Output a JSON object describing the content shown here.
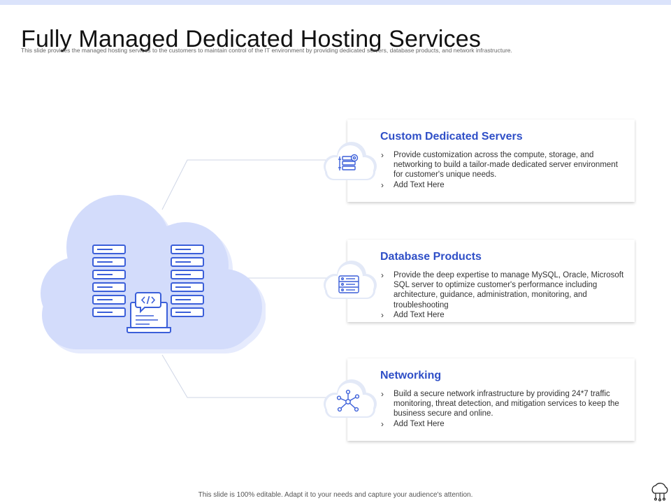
{
  "slide": {
    "title": "Fully Managed Dedicated Hosting Services",
    "subtitle": "This slide provides the managed  hosting services to the customers to maintain control of the IT environment by providing dedicated servers, database products,  and  network infrastructure.",
    "footer": "This slide is 100% editable.  Adapt it to your needs and capture your audience's attention."
  },
  "colors": {
    "accent": "#2f4fc7",
    "icon_blue": "#3b5fd9",
    "cloud_fill": "#d3dcfb",
    "cloud_shadow": "#e6ebfd"
  },
  "hero": {
    "icons": [
      "server-rack-icon",
      "server-rack-icon",
      "laptop-code-icon"
    ]
  },
  "services": [
    {
      "title": "Custom Dedicated Servers",
      "icon": "server-gear-icon",
      "bullets": [
        "Provide customization across the compute, storage, and networking to build a tailor-made dedicated server environment for customer's unique needs.",
        "Add Text Here"
      ]
    },
    {
      "title": "Database Products",
      "icon": "database-list-icon",
      "bullets": [
        "Provide the deep expertise to manage MySQL,  Oracle, Microsoft SQL server to optimize customer's performance including architecture, guidance, administration, monitoring, and troubleshooting",
        "Add Text Here"
      ]
    },
    {
      "title": "Networking",
      "icon": "network-nodes-icon",
      "bullets": [
        "Build a secure network infrastructure by providing 24*7 traffic monitoring, threat detection, and mitigation services to keep the business secure and online.",
        "Add Text Here"
      ]
    }
  ]
}
